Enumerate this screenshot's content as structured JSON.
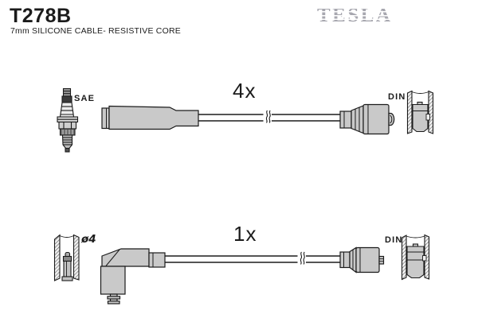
{
  "header": {
    "part_number": "T278B",
    "subtitle": "7mm SILICONE CABLE- RESISTIVE CORE",
    "brand": "TESLA"
  },
  "diagram": {
    "rows": [
      {
        "quantity_label": "4x",
        "left_connector_label": "SAE",
        "right_connector_label": "DIN"
      },
      {
        "quantity_label": "1x",
        "left_connector_label": "ø4",
        "right_connector_label": "DIN"
      }
    ]
  },
  "colors": {
    "background": "#ffffff",
    "outline": "#1b1b1b",
    "part_fill": "#c9c9c9",
    "brand_gray": "#a7a7af"
  }
}
